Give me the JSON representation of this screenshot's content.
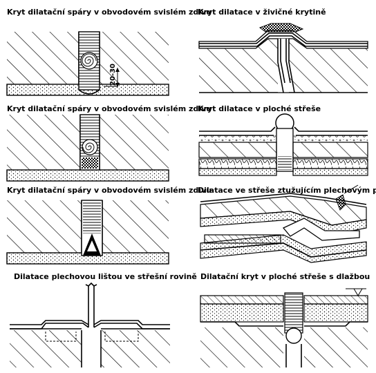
{
  "details": [
    {
      "id": "d1",
      "title": "Kryt dilatační spáry v obvodovém svislém zdivu",
      "dimension": "20-30"
    },
    {
      "id": "d2",
      "title": "Kryt dilatace v živičné krytině"
    },
    {
      "id": "d3",
      "title": "Kryt dilatační spáry v obvodovém svislém zdivu"
    },
    {
      "id": "d4",
      "title": "Kryt dilatace v ploché střeše"
    },
    {
      "id": "d5",
      "title": "Kryt dilatační spáry v obvodovém svislém zdivu"
    },
    {
      "id": "d6",
      "title": "Dilatace ve střeše  ztužujícím plechovým pásem"
    },
    {
      "id": "d7",
      "title": "Dilatace plechovou lištou ve střešní rovině"
    },
    {
      "id": "d8",
      "title": "Dilatační kryt v ploché střeše s  dlažbou"
    }
  ],
  "hatch_color": "#000000",
  "background_color": "#ffffff"
}
